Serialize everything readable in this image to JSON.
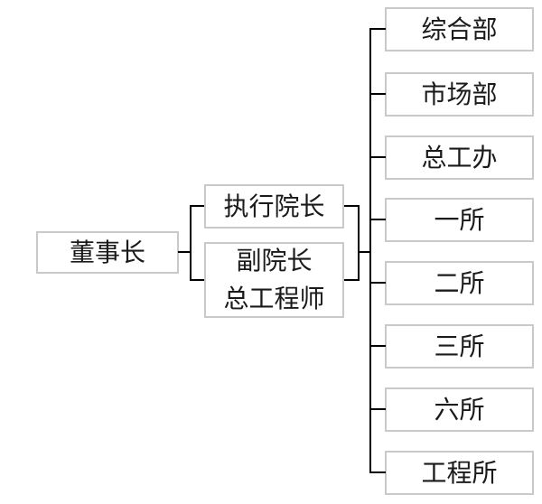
{
  "org_chart": {
    "root": {
      "label": "董事长"
    },
    "level2": [
      {
        "label": "执行院长"
      },
      {
        "lines": [
          "副院长",
          "总工程师"
        ]
      }
    ],
    "departments": [
      {
        "label": "综合部"
      },
      {
        "label": "市场部"
      },
      {
        "label": "总工办"
      },
      {
        "label": "一所"
      },
      {
        "label": "二所"
      },
      {
        "label": "三所"
      },
      {
        "label": "六所"
      },
      {
        "label": "工程所"
      }
    ]
  },
  "colors": {
    "box_border": "#c9c9c9",
    "box_fill": "#ffffff",
    "connector": "#000000",
    "text": "#1a1a1a",
    "background": "#ffffff"
  }
}
